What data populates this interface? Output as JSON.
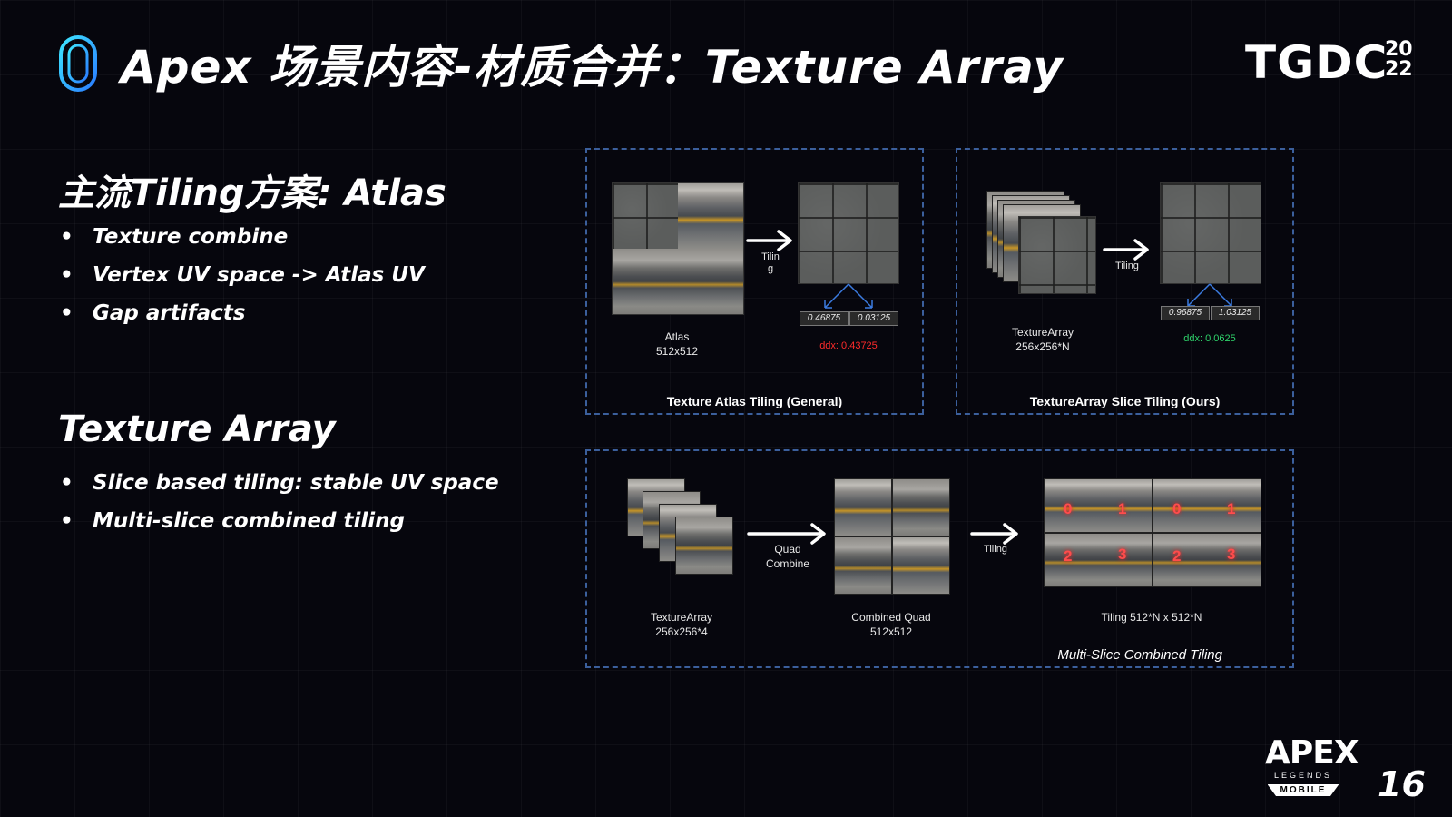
{
  "title": "Apex 场景内容-材质合并：Texture Array",
  "brand": {
    "name": "TGDC",
    "year_top": "20",
    "year_bottom": "22"
  },
  "section1": {
    "heading": "主流Tiling方案: Atlas",
    "bullets": [
      "Texture combine",
      "Vertex UV space -> Atlas UV",
      "Gap artifacts"
    ]
  },
  "section2": {
    "heading": "Texture Array",
    "bullets": [
      "Slice based tiling: stable UV space",
      "Multi-slice combined tiling"
    ]
  },
  "panel_atlas": {
    "title": "Texture Atlas Tiling (General)",
    "source_caption_1": "Atlas",
    "source_caption_2": "512x512",
    "arrow_label_1": "Tilin",
    "arrow_label_2": "g",
    "val_left": "0.46875",
    "val_right": "0.03125",
    "ddx": "ddx: 0.43725"
  },
  "panel_array": {
    "title": "TextureArray Slice Tiling (Ours)",
    "source_caption_1": "TextureArray",
    "source_caption_2": "256x256*N",
    "arrow_label": "Tiling",
    "val_left": "0.96875",
    "val_right": "1.03125",
    "ddx": "ddx: 0.0625"
  },
  "panel_multi": {
    "title": "Multi-Slice Combined Tiling",
    "src_caption_1": "TextureArray",
    "src_caption_2": "256x256*4",
    "arrow1_label_1": "Quad",
    "arrow1_label_2": "Combine",
    "combined_caption_1": "Combined Quad",
    "combined_caption_2": "512x512",
    "arrow2_label": "Tiling",
    "tiled_caption": "Tiling 512*N x 512*N",
    "numbers_top": [
      "0",
      "1",
      "0",
      "1"
    ],
    "numbers_bottom": [
      "2",
      "3",
      "2",
      "3"
    ]
  },
  "footer": {
    "game_logo_line1": "APEX",
    "game_logo_line2": "LEGENDS",
    "game_logo_line3": "MOBILE",
    "page_number": "16"
  },
  "colors": {
    "accent_blue": "#3b5f9c",
    "ddx_bad": "#ff2b2b",
    "ddx_good": "#2fd36b",
    "vector_blue": "#3b7be0"
  }
}
